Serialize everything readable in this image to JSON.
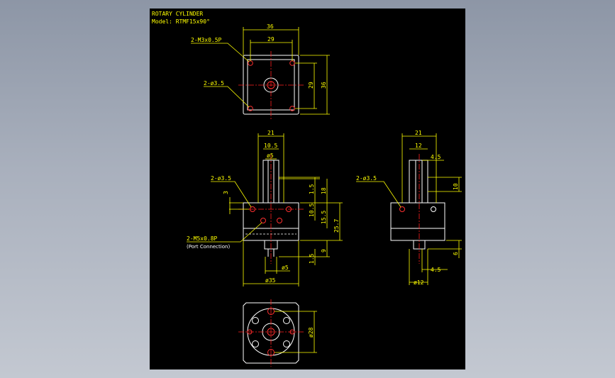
{
  "title": {
    "line1": "ROTARY CYLINDER",
    "line2": "Model: RTMF15x90°"
  },
  "top_view": {
    "dim_overall_w": "36",
    "dim_hole_w": "29",
    "dim_hole_h": "29",
    "dim_overall_h": "36",
    "callout_tap": "2-M3x0.5P",
    "callout_hole": "2-ø3.5"
  },
  "front_view": {
    "dim_body_w": "21",
    "dim_shaft_w": "10.5",
    "dim_shaft_d": "ø5",
    "dim_1_5_top": "1.5",
    "dim_18": "18",
    "dim_10_5": "10.5",
    "dim_15_5": "15.5",
    "dim_25_7": "25.7",
    "dim_9": "9",
    "dim_1_5_bot": "1.5",
    "dim_3": "3",
    "dim_bottom_shaft": "ø5",
    "dim_base": "ø35",
    "callout_hole": "2-ø3.5",
    "callout_port": "2-M5x0.8P",
    "callout_port_note": "(Port Connection)"
  },
  "side_view": {
    "dim_21": "21",
    "dim_12": "12",
    "dim_4_5_top": "4.5",
    "dim_10": "10",
    "dim_6": "6",
    "dim_4_5_bot": "4.5",
    "dim_12_bot": "ø12",
    "callout_hole": "2-ø3.5"
  },
  "bottom_view": {
    "dim_28": "ø28"
  },
  "colors": {
    "background": "#000000",
    "dimension": "#ffff00",
    "object": "#ffffff",
    "center": "#ff2020",
    "frame": "#a9b0bd"
  }
}
